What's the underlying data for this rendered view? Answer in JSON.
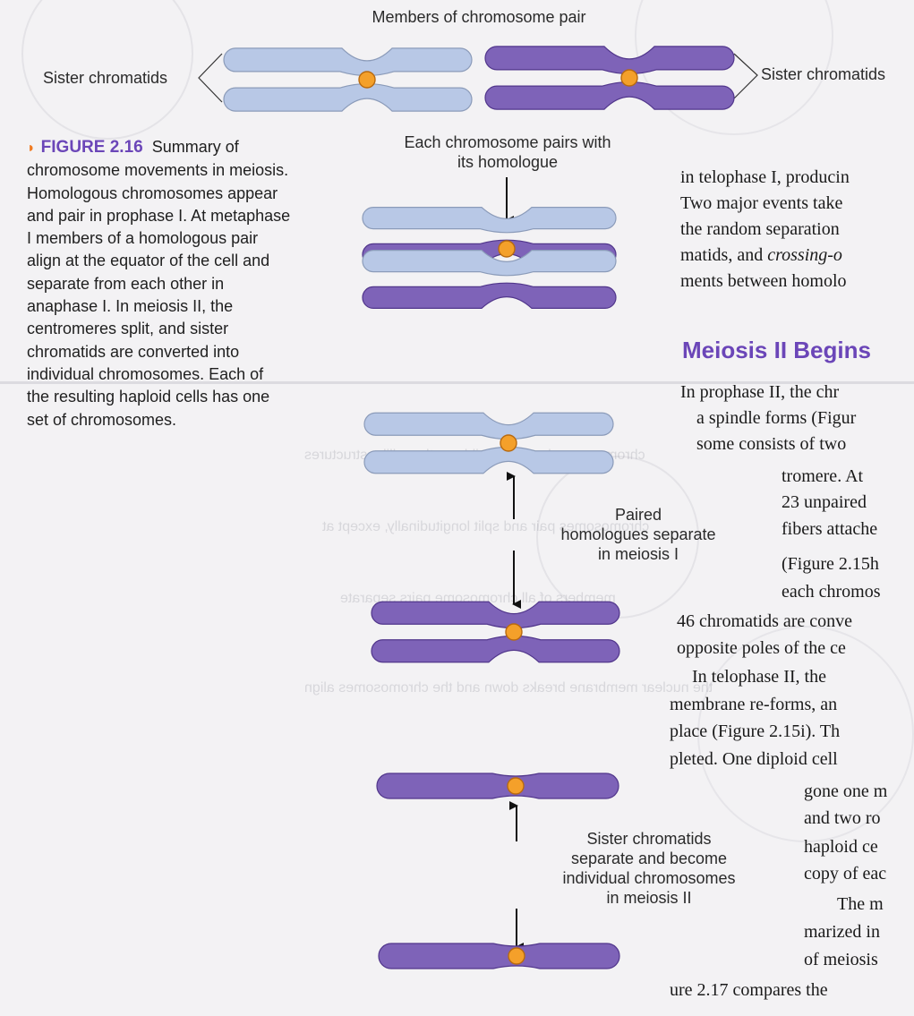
{
  "figure": {
    "top_label": "Members of chromosome pair",
    "sister_left": "Sister chromatids",
    "sister_right": "Sister chromatids",
    "pairing_label": [
      "Each chromosome pairs with",
      "its homologue"
    ],
    "separate_label": [
      "Paired",
      "homologues separate",
      "in meiosis I"
    ],
    "sister_separate_label": [
      "Sister chromatids",
      "separate and become",
      "individual chromosomes",
      "in meiosis II"
    ]
  },
  "caption": {
    "marker": "◗",
    "figure_number": "FIGURE 2.16",
    "lines": [
      "Summary of",
      "chromosome movements in meiosis.",
      "Homologous chromosomes appear",
      "and pair in prophase I. At metaphase",
      "I members of a homologous pair",
      "align at the equator of the cell and",
      "separate from each other in",
      "anaphase I. In meiosis II, the",
      "centromeres split, and sister",
      "chromatids are converted into",
      "individual chromosomes. Each of",
      "the resulting haploid cells has one",
      "set of chromosomes."
    ]
  },
  "body": {
    "para1": [
      "in telophase I, producin",
      "Two major events take",
      "the random separation",
      "matids, and crossing-o",
      "ments between homolo"
    ],
    "heading": "Meiosis II Begins",
    "para2": [
      "In prophase II, the chr",
      "a spindle forms (Figur",
      "some consists of two",
      "tromere. At",
      "23 unpaired",
      "fibers attache",
      "(Figure 2.15h",
      "each chromos",
      "46 chromatids are conve",
      "opposite poles of the ce",
      "In telophase II, the",
      "membrane re-forms, an",
      "place (Figure 2.15i). Th",
      "pleted. One diploid cell",
      "gone one m",
      "and two ro",
      "haploid ce",
      "copy of eac",
      "The m",
      "marized in",
      "of meiosis",
      "ure 2.17 compares the"
    ]
  },
  "colors": {
    "light_chromatid": "#b8c8e6",
    "dark_chromatid": "#7e63b8",
    "centromere": "#f4a02a",
    "accent": "#6b46b8"
  }
}
